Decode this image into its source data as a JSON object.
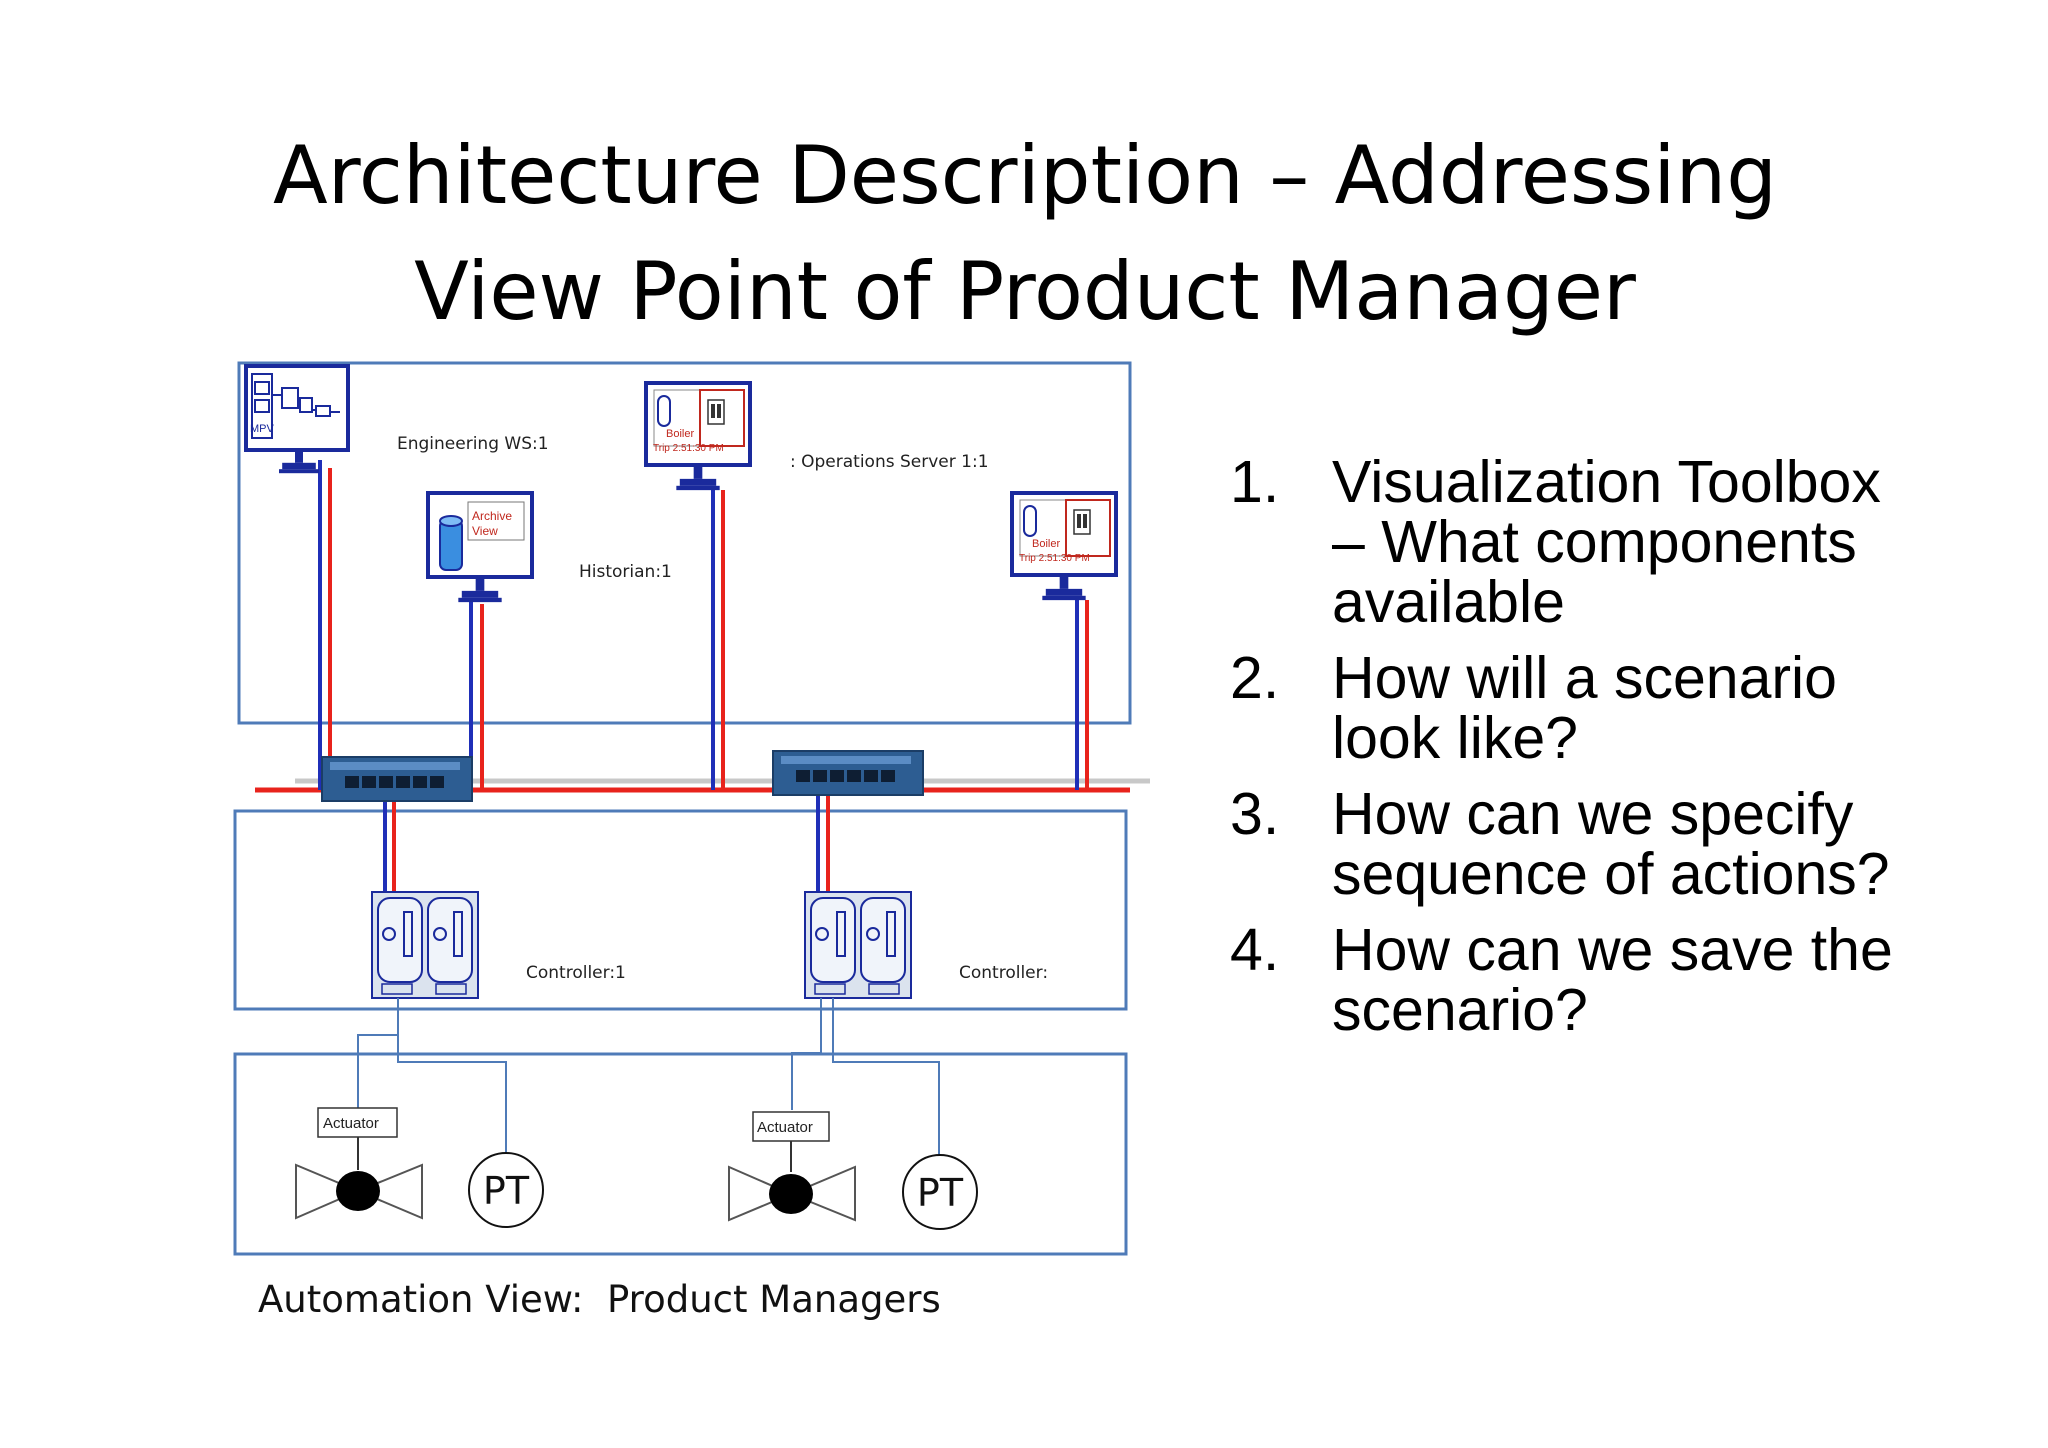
{
  "title": {
    "line1": "Architecture Description – Addressing",
    "line2": "View Point of Product Manager"
  },
  "diagram": {
    "engineering_ws": "Engineering WS:1",
    "operations_server": ": Operations Server 1:1",
    "historian": "Historian:1",
    "archive_view_line1": "Archive",
    "archive_view_line2": "View",
    "hmi_screen_label": "Trip 2:51:30 PM",
    "hmi_boiler_label": "Boiler",
    "eng_screen_label": "MPV",
    "controller_1": "Controller:1",
    "controller_2": "Controller:",
    "actuator_1": "Actuator",
    "actuator_2": "Actuator",
    "pt_1": "PT",
    "pt_2": "PT",
    "colors": {
      "frame": "#4f7bb8",
      "network_red": "#e8231c",
      "network_blue": "#1f2fb8",
      "network_gray": "#c8c8c8",
      "monitor_blue": "#1a2a9c",
      "switch_body": "#2d5d92"
    }
  },
  "caption": "Automation View:  Product Managers",
  "questions": [
    {
      "num": "1.",
      "text": "Visualization Toolbox – What components available"
    },
    {
      "num": "2.",
      "text": "How will a scenario look like?"
    },
    {
      "num": "3.",
      "text": "How can we specify sequence of actions?"
    },
    {
      "num": "4.",
      "text": "How can we save the scenario?"
    }
  ]
}
